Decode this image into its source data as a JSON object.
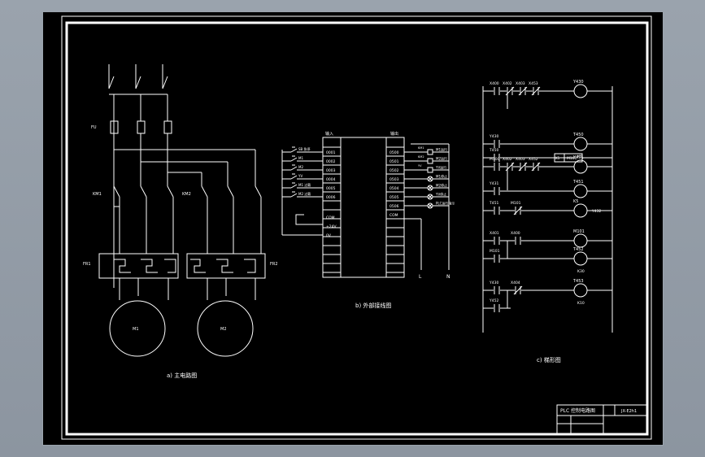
{
  "drawing": {
    "background_color": "#000000",
    "line_color": "#ffffff",
    "viewport_color": "#9aa3ad"
  },
  "main_circuit": {
    "caption": "a) 主电路图",
    "fuse_label": "FU",
    "contactor_left": "KM1",
    "contactor_right": "KM2",
    "relay_left": "FR1",
    "relay_right": "FR2",
    "motor_left": "M1",
    "motor_right": "M2"
  },
  "wiring": {
    "caption": "b) 外部接线图",
    "input_header": "输入",
    "output_header": "输出",
    "inputs": [
      "0001",
      "0002",
      "0003",
      "0004",
      "0005",
      "0006"
    ],
    "input_labels": [
      "SB 急停",
      "M1",
      "M2",
      "YV",
      "M1 过载",
      "M2 过载"
    ],
    "com_labels": [
      "COM",
      "+24V",
      "0V"
    ],
    "outputs": [
      "0500",
      "0501",
      "0502",
      "0503",
      "0504",
      "0505",
      "0506",
      "COM"
    ],
    "output_labels": [
      "M1运行",
      "M2运行",
      "YV运行",
      "M1停止",
      "M2停止",
      "YV停止",
      "PLC运行指示"
    ],
    "output_coils": [
      "KM1",
      "KM2",
      "YV"
    ],
    "line_L": "L",
    "line_N": "N"
  },
  "ladder": {
    "caption": "c) 梯形图",
    "rungs": [
      {
        "contacts": [
          "X400",
          "X402",
          "X403",
          "X453"
        ],
        "coil": "Y430"
      },
      {
        "contacts": [
          "Y430"
        ],
        "coil": "T450",
        "note": "K5"
      },
      {
        "contacts": [
          "T450"
        ],
        "coil": "M100",
        "box": "K5"
      },
      {
        "contacts": [
          "M100",
          "X402",
          "X403",
          "X452"
        ],
        "coil": "Y431"
      },
      {
        "contacts": [
          "Y431"
        ],
        "coil": "T451"
      },
      {
        "contacts": [
          "T451",
          "M101"
        ],
        "coil": "K5",
        "extra": "Y432"
      },
      {
        "contacts": [
          "X401",
          "X400"
        ],
        "coil": "M101"
      },
      {
        "contacts": [
          "M101"
        ],
        "coil": "T452",
        "note": "K30"
      },
      {
        "contacts": [
          "Y430",
          "X404"
        ],
        "coil": "T453",
        "note": "K10"
      },
      {
        "contacts": [
          "Y452"
        ]
      }
    ]
  },
  "title_block": {
    "title": "PLC 控制电路图",
    "drawing_number": "JX-E2h1"
  }
}
